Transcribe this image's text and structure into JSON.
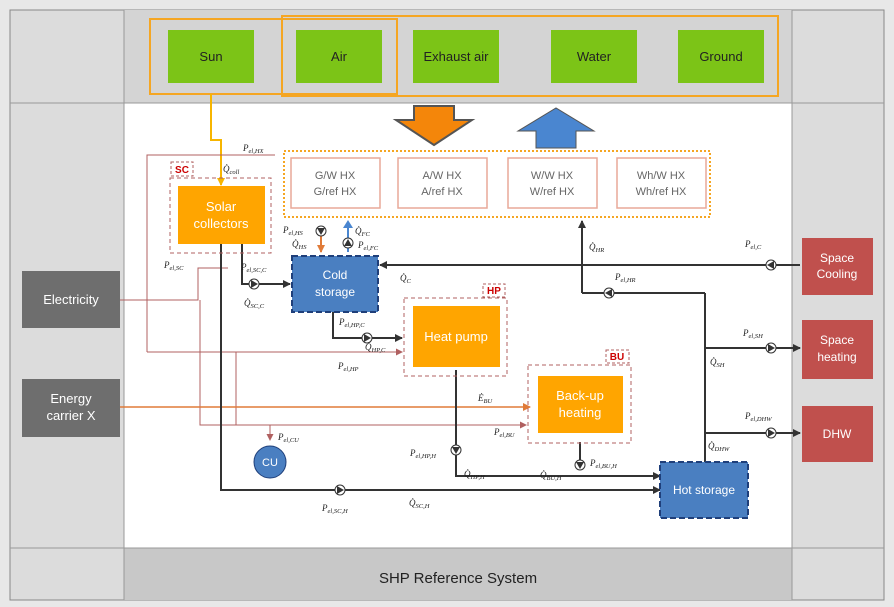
{
  "sources": {
    "sun": "Sun",
    "air": "Air",
    "exhaust_air": "Exhaust air",
    "water": "Water",
    "ground": "Ground"
  },
  "hx": [
    {
      "line1": "G/W HX",
      "line2": "G/ref HX"
    },
    {
      "line1": "A/W HX",
      "line2": "A/ref HX"
    },
    {
      "line1": "W/W HX",
      "line2": "W/ref HX"
    },
    {
      "line1": "Wh/W HX",
      "line2": "Wh/ref HX"
    }
  ],
  "components": {
    "solar_collectors": {
      "line1": "Solar",
      "line2": "collectors",
      "tag": "SC"
    },
    "cold_storage": {
      "line1": "Cold",
      "line2": "storage"
    },
    "heat_pump": {
      "label": "Heat pump",
      "tag": "HP"
    },
    "backup_heating": {
      "line1": "Back-up",
      "line2": "heating",
      "tag": "BU"
    },
    "hot_storage": {
      "label": "Hot storage"
    },
    "cu": {
      "label": "CU"
    }
  },
  "inputs": {
    "electricity": "Electricity",
    "energy_carrier": {
      "line1": "Energy",
      "line2": "carrier X"
    }
  },
  "outputs": {
    "space_cooling": {
      "line1": "Space",
      "line2": "Cooling"
    },
    "space_heating": {
      "line1": "Space",
      "line2": "heating"
    },
    "dhw": "DHW"
  },
  "footer": "SHP Reference System",
  "flow_labels": [
    {
      "id": "p-el-hx",
      "main": "P",
      "sub": "el,HX"
    },
    {
      "id": "q-coll",
      "main": "Q̇",
      "sub": "coll"
    },
    {
      "id": "p-el-hs",
      "main": "P",
      "sub": "el,HS"
    },
    {
      "id": "q-hs",
      "main": "Q̇",
      "sub": "HS"
    },
    {
      "id": "q-fc",
      "main": "Q̇",
      "sub": "FC"
    },
    {
      "id": "p-el-fc",
      "main": "P",
      "sub": "el,FC"
    },
    {
      "id": "q-hr",
      "main": "Q̇",
      "sub": "HR"
    },
    {
      "id": "p-el-c",
      "main": "P",
      "sub": "el,C"
    },
    {
      "id": "p-el-sc",
      "main": "P",
      "sub": "el,SC"
    },
    {
      "id": "p-el-sc-c",
      "main": "P",
      "sub": "el,SC,C"
    },
    {
      "id": "q-sc-c",
      "main": "Q̇",
      "sub": "SC,C"
    },
    {
      "id": "q-c",
      "main": "Q̇",
      "sub": "C"
    },
    {
      "id": "p-el-hr",
      "main": "P",
      "sub": "el,HR"
    },
    {
      "id": "p-el-hp-c",
      "main": "P",
      "sub": "el,HP,C"
    },
    {
      "id": "q-hp-c",
      "main": "Q̇",
      "sub": "HP,C"
    },
    {
      "id": "p-el-hp",
      "main": "P",
      "sub": "el,HP"
    },
    {
      "id": "p-el-sh",
      "main": "P",
      "sub": "el,SH"
    },
    {
      "id": "q-sh",
      "main": "Q̇",
      "sub": "SH"
    },
    {
      "id": "e-bu",
      "main": "Ė",
      "sub": "BU"
    },
    {
      "id": "p-el-dhw",
      "main": "P",
      "sub": "el,DHW"
    },
    {
      "id": "p-el-bu",
      "main": "P",
      "sub": "el,BU"
    },
    {
      "id": "q-dhw",
      "main": "Q̇",
      "sub": "DHW"
    },
    {
      "id": "p-el-cu",
      "main": "P",
      "sub": "el,CU"
    },
    {
      "id": "p-el-hp-h",
      "main": "P",
      "sub": "el,HP,H"
    },
    {
      "id": "q-hp-h",
      "main": "Q̇",
      "sub": "HP,H"
    },
    {
      "id": "q-bu-h",
      "main": "Q̇",
      "sub": "BU,H"
    },
    {
      "id": "p-el-bu-h",
      "main": "P",
      "sub": "el,BU,H"
    },
    {
      "id": "p-el-sc-h",
      "main": "P",
      "sub": "el,SC,H"
    },
    {
      "id": "q-sc-h",
      "main": "Q̇",
      "sub": "SC,H"
    }
  ],
  "colors": {
    "source_green": "#7cc417",
    "component_orange": "#ffa500",
    "storage_blue": "#4a7fc1",
    "output_red": "#c0504d",
    "input_gray": "#6e6e6e",
    "outline_orange": "#f5a623",
    "tag_red": "#cc0000"
  }
}
